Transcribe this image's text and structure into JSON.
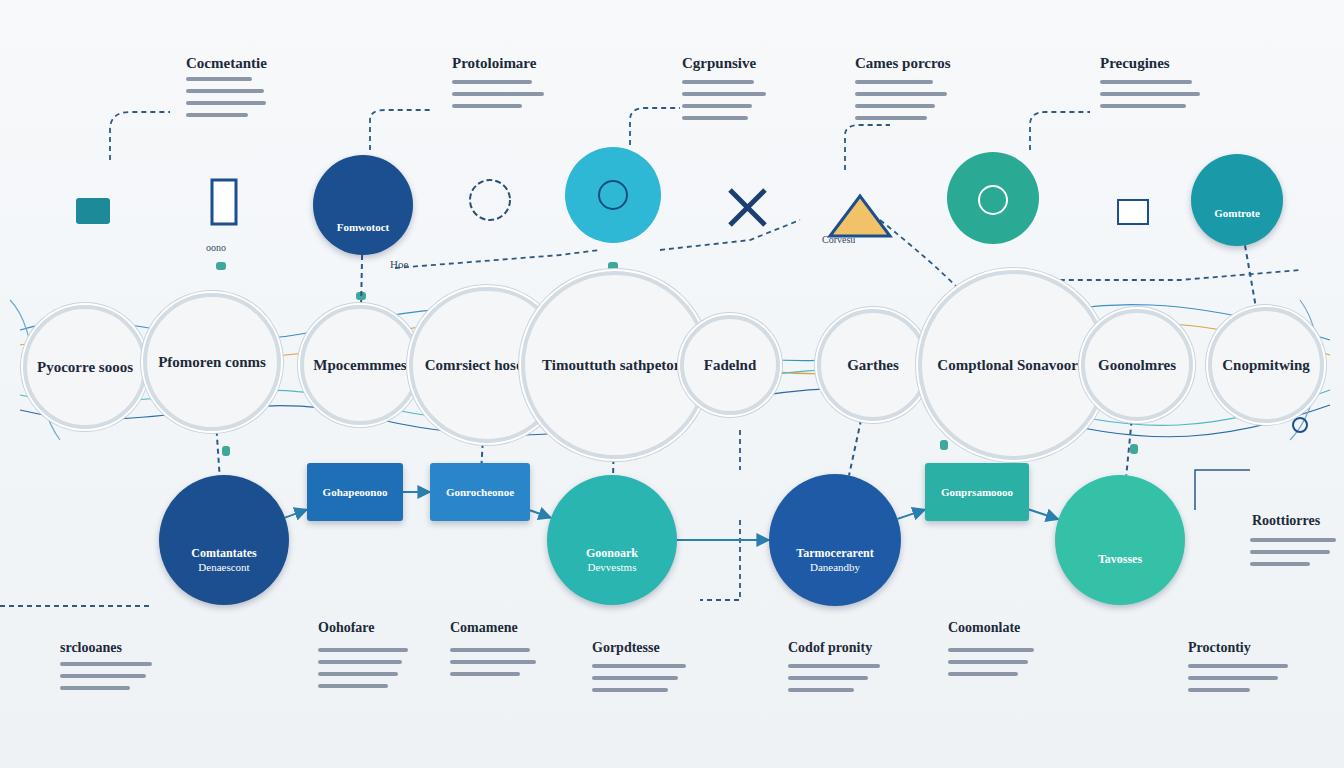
{
  "diagram": {
    "nodes": [
      {
        "text": [
          "Fomwotoct"
        ]
      },
      {
        "text": [
          "Gomtrote"
        ]
      },
      {
        "text": [
          "Pyocorre sooos"
        ]
      },
      {
        "text": [
          "Pfomoren conms"
        ]
      },
      {
        "text": [
          "Mpocemmmes"
        ]
      },
      {
        "text": [
          "Comrsiect hosocart"
        ]
      },
      {
        "text": [
          "Timouttuth sathpetory"
        ]
      },
      {
        "text": [
          "Fadelnd"
        ]
      },
      {
        "text": [
          "Garthes"
        ]
      },
      {
        "text": [
          "Comptlonal Sonavoorle"
        ]
      },
      {
        "text": [
          "Goonolmres"
        ]
      },
      {
        "text": [
          "Cnopmitwing"
        ]
      },
      {
        "text": [
          "Comtantates",
          "Denaescont"
        ]
      },
      {
        "text": [
          "Gohapeoonoo"
        ]
      },
      {
        "text": [
          "Gonrocheonoe"
        ]
      },
      {
        "text": [
          "Goonoark",
          "Devvestms"
        ]
      },
      {
        "text": [
          "Tarmocerarent",
          "Daneandby"
        ]
      },
      {
        "text": [
          "Gonprsamoooo"
        ]
      },
      {
        "text": [
          "Tavosses"
        ]
      }
    ],
    "edges": [
      {
        "from": 0,
        "to": 4,
        "arrow": "none"
      },
      {
        "from": 1,
        "to": 11,
        "arrow": "none"
      },
      {
        "from": 3,
        "to": 12,
        "arrow": "none"
      },
      {
        "from": 5,
        "to": 14,
        "arrow": "none"
      },
      {
        "from": 6,
        "to": 15,
        "arrow": "none"
      },
      {
        "from": 8,
        "to": 16,
        "arrow": "none"
      },
      {
        "from": 10,
        "to": 18,
        "arrow": "none"
      },
      {
        "from": 12,
        "to": 13,
        "arrow": "to"
      },
      {
        "from": 13,
        "to": 14,
        "arrow": "to"
      },
      {
        "from": 14,
        "to": 15,
        "arrow": "to"
      },
      {
        "from": 15,
        "to": 16,
        "arrow": "to"
      },
      {
        "from": 16,
        "to": 17,
        "arrow": "to"
      },
      {
        "from": 17,
        "to": 18,
        "arrow": "to"
      }
    ],
    "labels": [
      "Cocmetantie",
      "Protoloimare",
      "Cgrpunsive",
      "Cames porcros",
      "Precugines",
      "oono",
      "Hoe",
      "Corvesu",
      "Roottiorres",
      "srclooanes",
      "Oohofare",
      "Comamene",
      "Gorpdtesse",
      "Codof pronity",
      "Coomonlate",
      "Proctontiy"
    ]
  }
}
